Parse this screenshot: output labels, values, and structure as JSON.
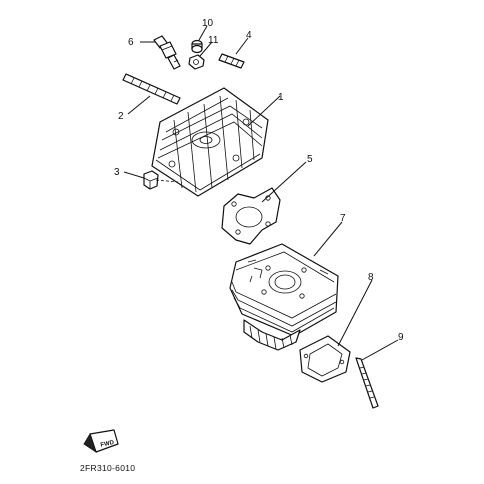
{
  "callouts": [
    {
      "id": "1",
      "label": "1"
    },
    {
      "id": "2",
      "label": "2"
    },
    {
      "id": "3",
      "label": "3"
    },
    {
      "id": "4",
      "label": "4"
    },
    {
      "id": "5",
      "label": "5"
    },
    {
      "id": "6",
      "label": "6"
    },
    {
      "id": "7",
      "label": "7"
    },
    {
      "id": "8",
      "label": "8"
    },
    {
      "id": "9",
      "label": "9"
    },
    {
      "id": "10",
      "label": "10"
    },
    {
      "id": "11",
      "label": "11"
    }
  ],
  "fwd_label": "FWD",
  "diagram_code": "2FR310-6010"
}
